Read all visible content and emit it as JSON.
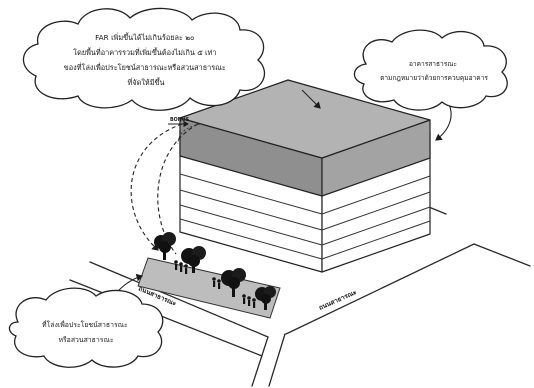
{
  "callouts": {
    "far": {
      "lines": [
        "FAR เพิ่มขึ้นได้ไม่เกินร้อยละ ๒๐",
        "โดยพื้นที่อาคารรวมที่เพิ่มขึ้นต้องไม่เกิน ๕ เท่า",
        "ของที่โล่งเพื่อประโยชน์สาธารณะหรือสวนสาธารณะ",
        "ที่จัดให้มีขึ้น"
      ]
    },
    "building": {
      "lines": [
        "อาคารสาธารณะ",
        "ตามกฎหมายว่าด้วยการควบคุมอาคาร"
      ]
    },
    "open_space": {
      "lines": [
        "ที่โล่งเพื่อประโยชน์สาธารณะ",
        "หรือสวนสาธารณะ"
      ]
    }
  },
  "bonus_label": "BONUS",
  "roads": {
    "left": "ถนนสาธารณะ",
    "right": "ถนนสาธารณะ"
  }
}
